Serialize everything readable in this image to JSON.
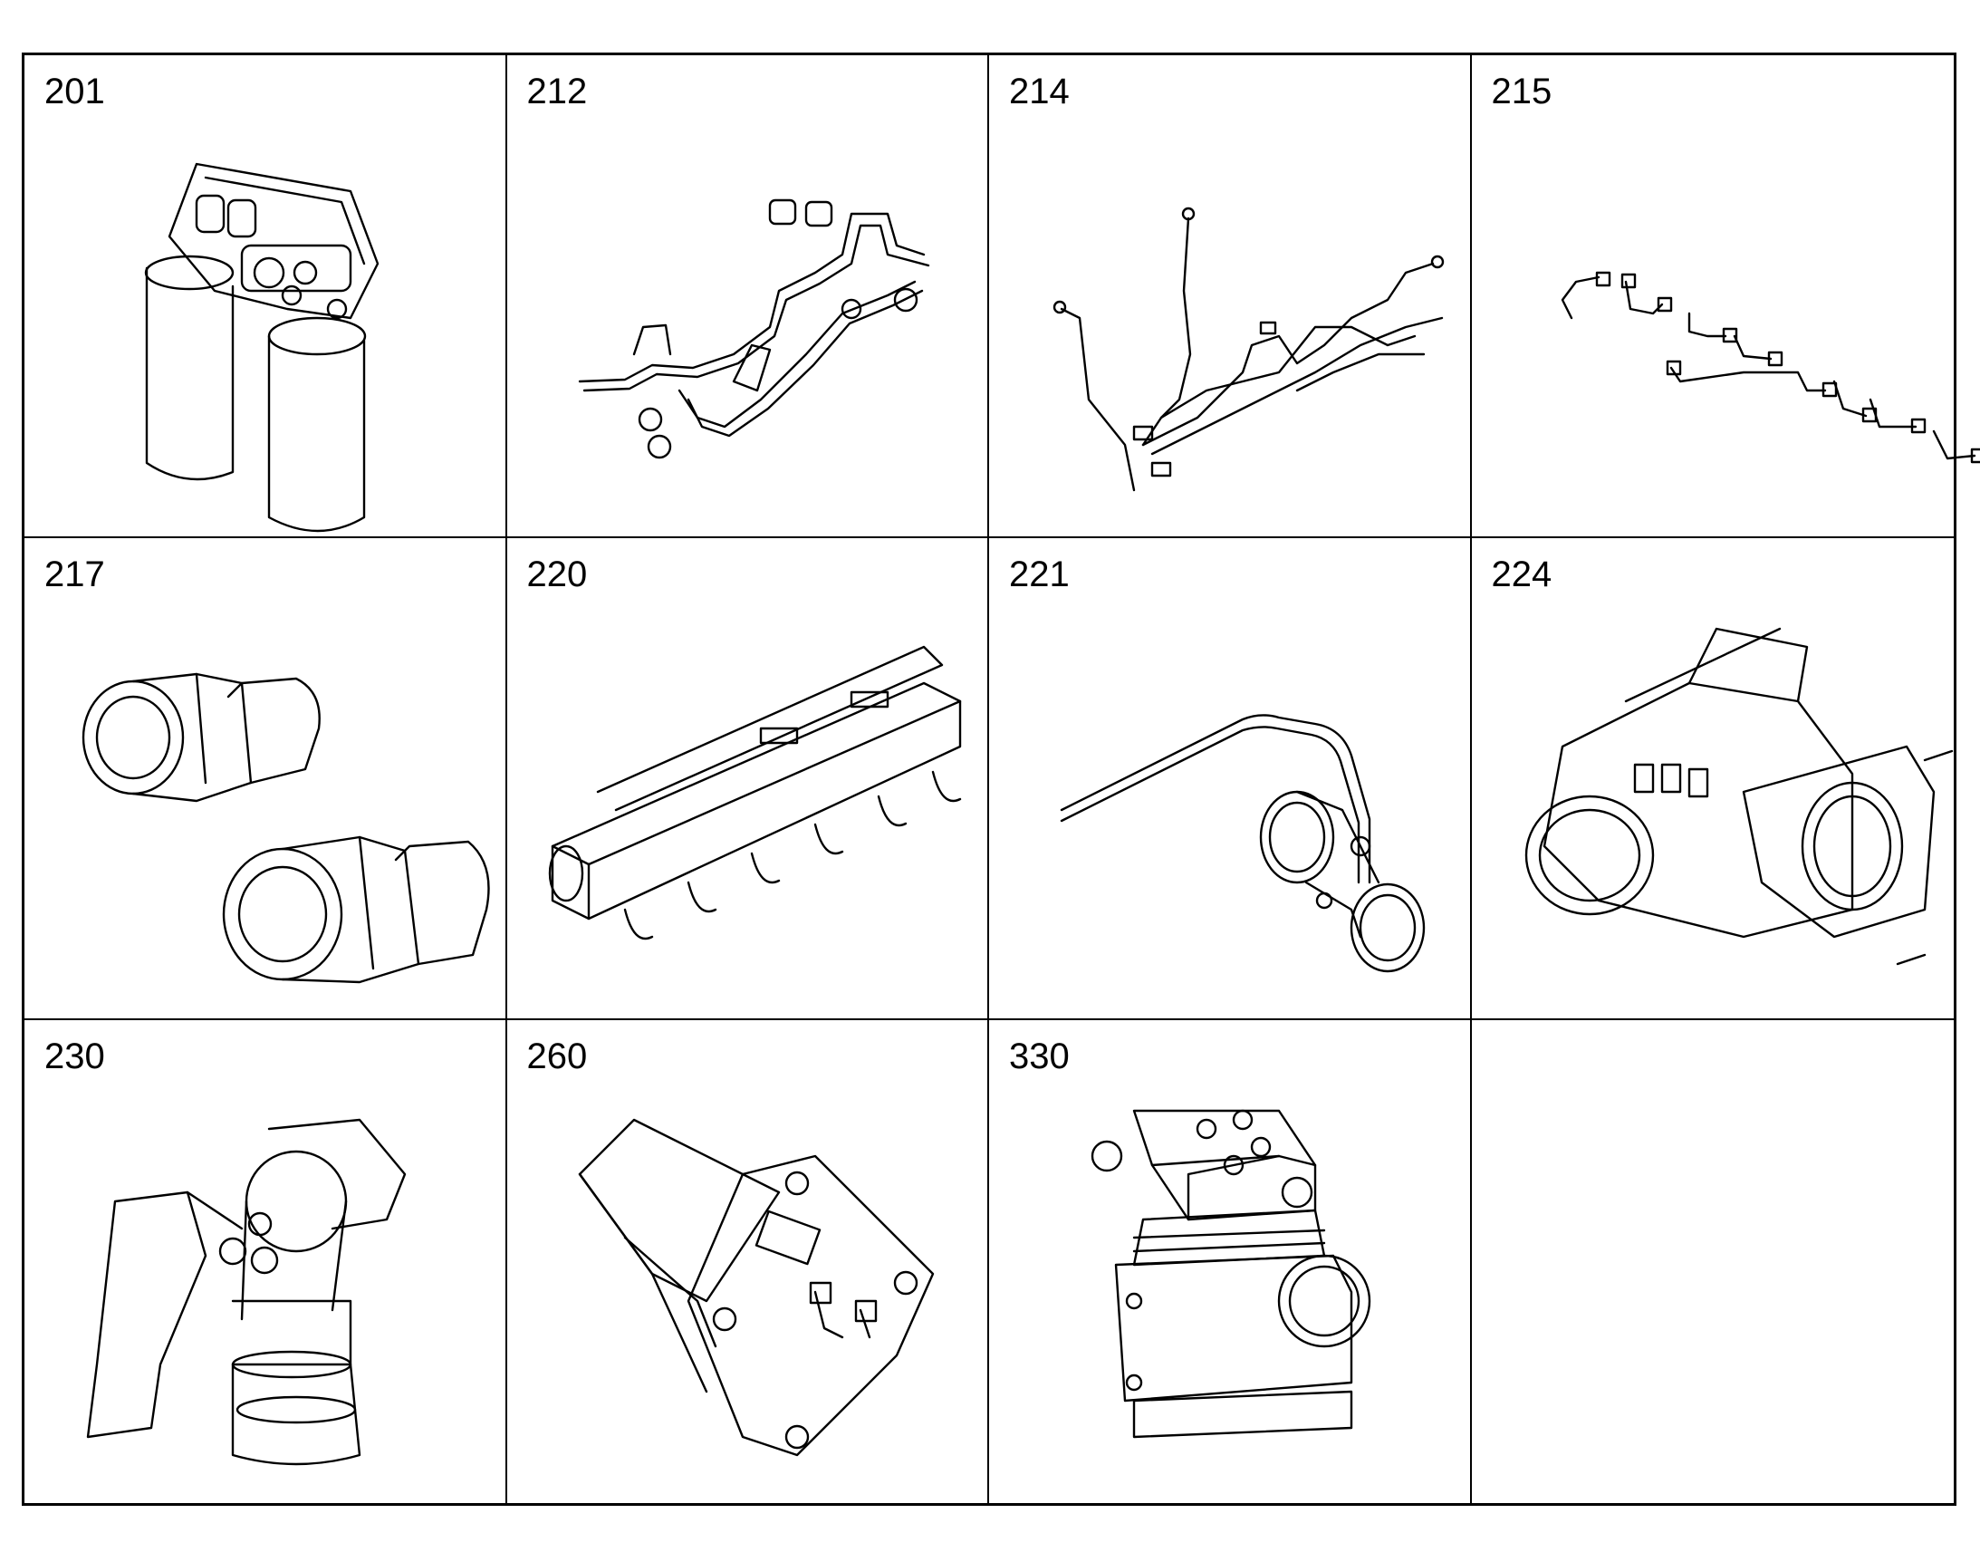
{
  "cells": [
    {
      "id": "201",
      "label": "201",
      "part_icon": "fuel-filter-assembly-icon"
    },
    {
      "id": "212",
      "label": "212",
      "part_icon": "fuel-line-manifold-icon"
    },
    {
      "id": "214",
      "label": "214",
      "part_icon": "wiring-tube-harness-icon"
    },
    {
      "id": "215",
      "label": "215",
      "part_icon": "injector-lines-icon"
    },
    {
      "id": "217",
      "label": "217",
      "part_icon": "pipe-fittings-icon"
    },
    {
      "id": "220",
      "label": "220",
      "part_icon": "intake-manifold-icon"
    },
    {
      "id": "221",
      "label": "221",
      "part_icon": "air-tube-with-clamp-icon"
    },
    {
      "id": "224",
      "label": "224",
      "part_icon": "throttle-body-actuator-icon"
    },
    {
      "id": "230",
      "label": "230",
      "part_icon": "thermostat-housing-icon"
    },
    {
      "id": "260",
      "label": "260",
      "part_icon": "mounting-bracket-module-icon"
    },
    {
      "id": "330",
      "label": "330",
      "part_icon": "air-compressor-icon"
    },
    {
      "id": "empty",
      "label": "",
      "part_icon": ""
    }
  ]
}
